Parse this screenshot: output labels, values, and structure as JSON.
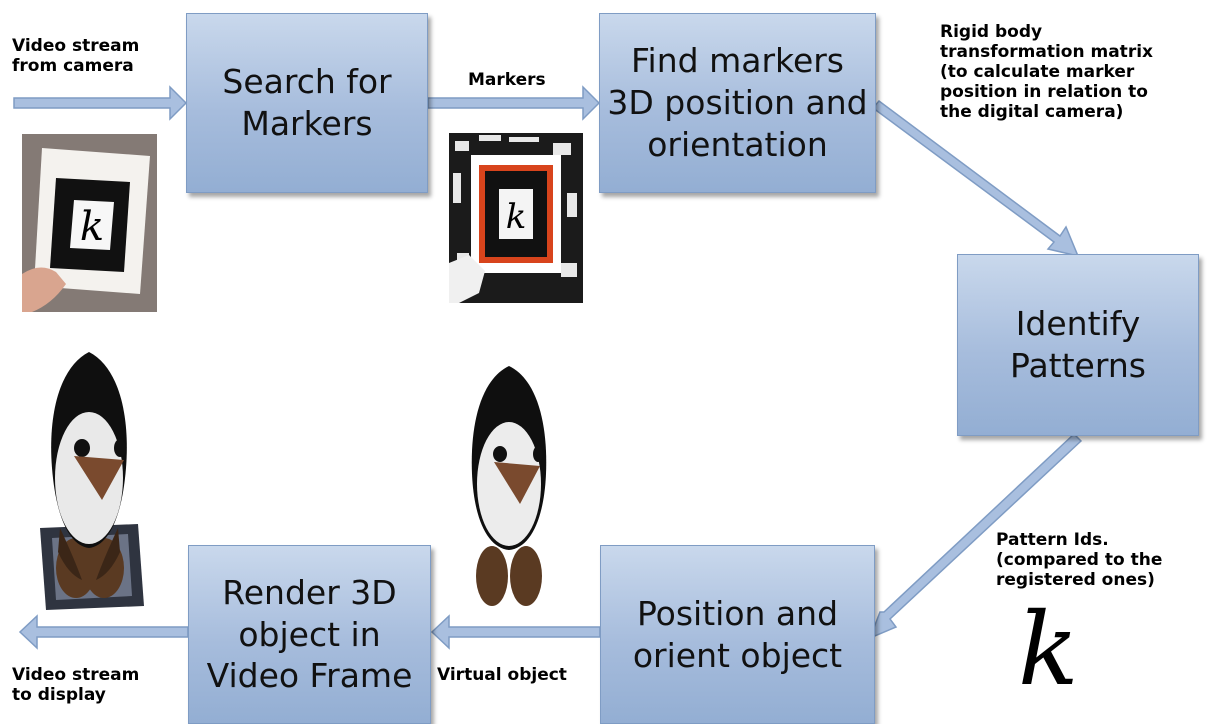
{
  "boxes": {
    "search": "Search for\nMarkers",
    "find": "Find markers\n3D position and\norientation",
    "identify": "Identify\nPatterns",
    "position": "Position and\norient object",
    "render": "Render 3D\nobject in\nVideo Frame"
  },
  "labels": {
    "video_in": "Video stream\nfrom camera",
    "markers": "Markers",
    "rigid": "Rigid body\ntransformation matrix\n(to calculate marker\nposition in relation to\nthe digital camera)",
    "pattern_ids": "Pattern Ids.\n(compared to the\nregistered ones)",
    "virtual_object": "Virtual object",
    "video_out": "Video stream\nto display",
    "pattern_glyph": "k"
  },
  "colors": {
    "box_fill": "#a6bcdc",
    "box_border": "#7f9cc4",
    "arrow_fill": "#a9bfdf",
    "arrow_stroke": "#7f9cc4",
    "marker_red": "#d8441c"
  }
}
